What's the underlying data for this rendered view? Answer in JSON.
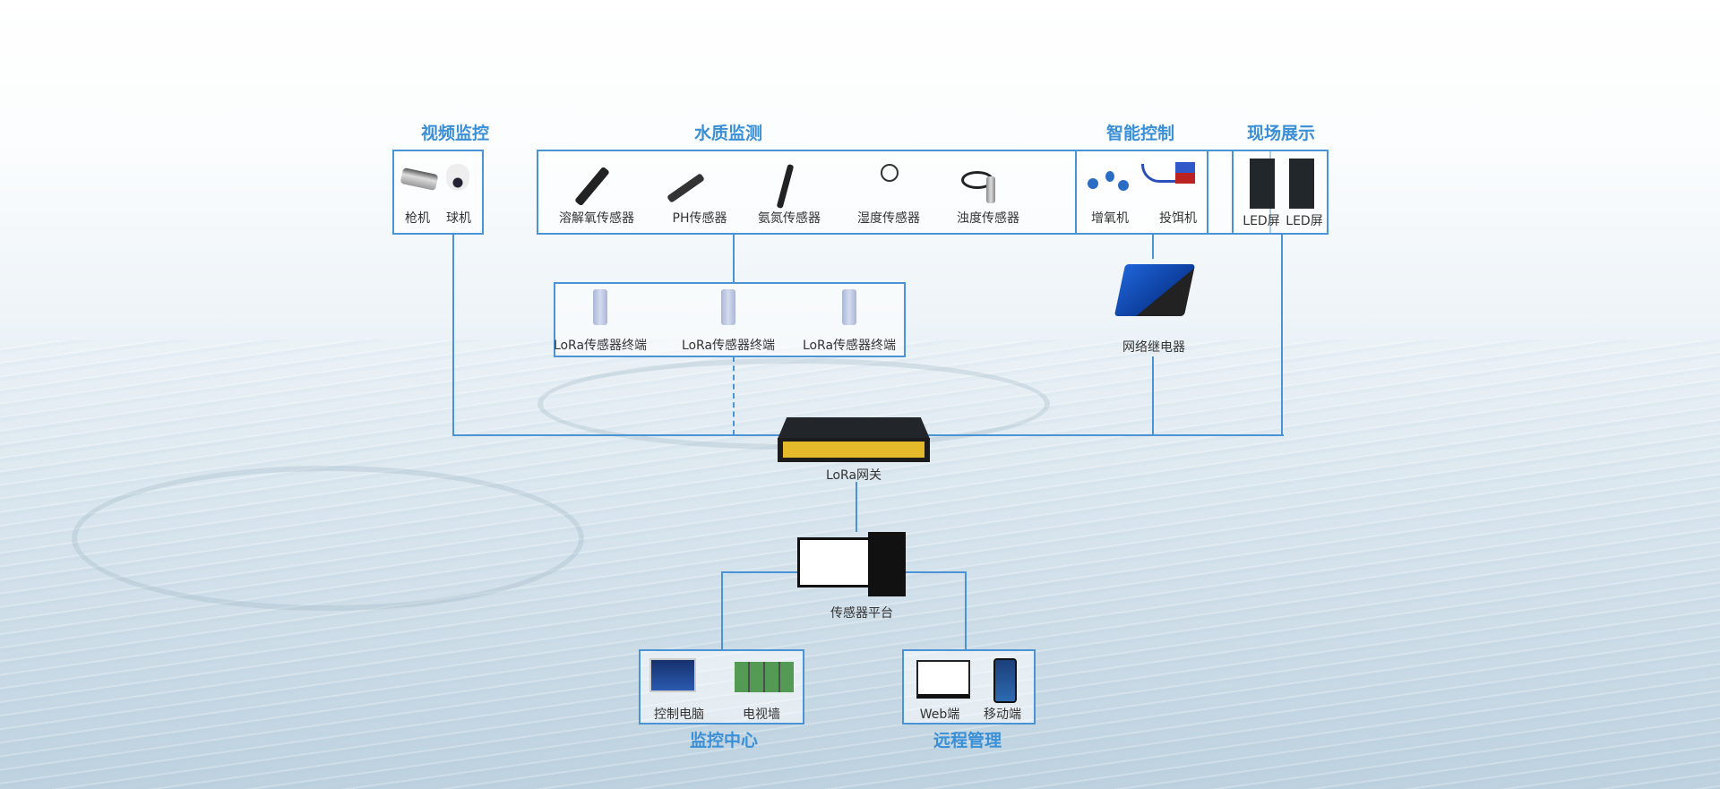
{
  "groups": {
    "video": {
      "title": "视频监控",
      "items": [
        "枪机",
        "球机"
      ]
    },
    "water": {
      "title": "水质监测",
      "items": [
        "溶解氧传感器",
        "PH传感器",
        "氨氮传感器",
        "湿度传感器",
        "浊度传感器"
      ]
    },
    "smart": {
      "title": "智能控制",
      "items": [
        "增氧机",
        "投饵机"
      ]
    },
    "display": {
      "title": "现场展示",
      "items": [
        "LED屏",
        "LED屏"
      ]
    },
    "monitor": {
      "title": "监控中心",
      "items": [
        "控制电脑",
        "电视墙"
      ]
    },
    "remote": {
      "title": "远程管理",
      "items": [
        "Web端",
        "移动端"
      ]
    }
  },
  "lora_terminals": [
    "LoRa传感器终端",
    "LoRa传感器终端",
    "LoRa传感器终端"
  ],
  "relay_label": "网络继电器",
  "gateway_label": "LoRa网关",
  "platform_label": "传感器平台",
  "colors": {
    "accent": "#3a8fd6",
    "line": "#4a94d6"
  }
}
